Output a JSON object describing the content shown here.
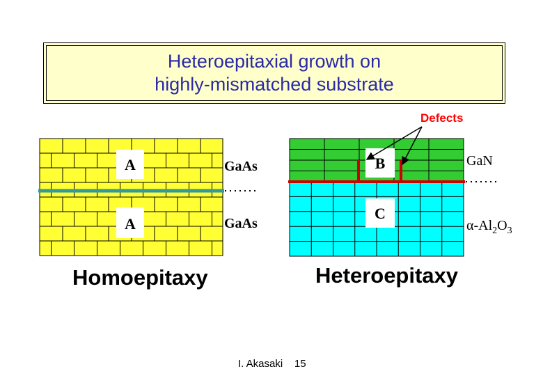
{
  "title": {
    "line1": "Heteroepitaxial growth on",
    "line2": "highly-mismatched substrate"
  },
  "left": {
    "top_label": "A",
    "bottom_label": "A",
    "top_material": "GaAs",
    "bottom_material": "GaAs",
    "caption": "Homoepitaxy",
    "grid_color": "#ffff33",
    "interface_color": "#339999"
  },
  "right": {
    "top_label": "B",
    "bottom_label": "C",
    "top_material": "GaN",
    "bottom_material": {
      "prefix": "α-Al",
      "sub1": "2",
      "mid": "O",
      "sub2": "3"
    },
    "defects_label": "Defects",
    "caption": "Heteroepitaxy",
    "top_color": "#33cc33",
    "bottom_color": "#00ffff",
    "interface_color": "#cc0000"
  },
  "footer": {
    "author": "I. Akasaki",
    "page": "15"
  }
}
